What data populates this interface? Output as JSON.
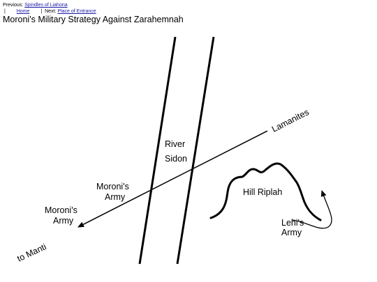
{
  "nav": {
    "previous_prefix": "Previous:",
    "previous_link": "Spindles of Liahona",
    "separator": "|",
    "home_link": "Home",
    "next_prefix": "Next:",
    "next_link": "Place of Entrance"
  },
  "title": "Moroni's Military Strategy Against Zarahemnah",
  "diagram": {
    "river_label_1": "River",
    "river_label_2": "Sidon",
    "lamanites_label": "Lamanites",
    "hill_label": "Hill Riplah",
    "moronis_army_center_1": "Moroni's",
    "moronis_army_center_2": "Army",
    "moronis_army_left_1": "Moroni's",
    "moronis_army_left_2": "Army",
    "lehis_army_1": "Lehi's",
    "lehis_army_2": "Army",
    "to_manti": "to Manti",
    "line_color": "#000000"
  }
}
